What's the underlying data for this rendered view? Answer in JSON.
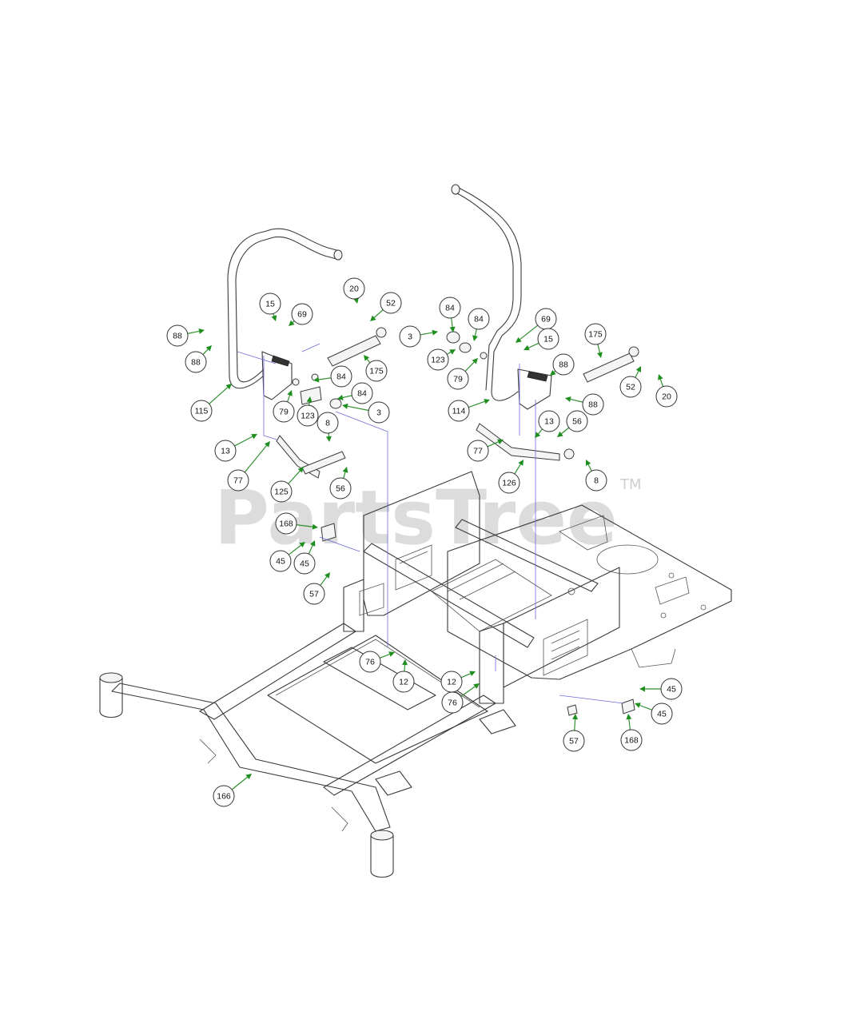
{
  "watermark": {
    "text": "PartsTree",
    "trademark": "TM"
  },
  "callouts": [
    {
      "id": "c88a",
      "label": "88"
    },
    {
      "id": "c88b",
      "label": "88"
    },
    {
      "id": "c15a",
      "label": "15"
    },
    {
      "id": "c69a",
      "label": "69"
    },
    {
      "id": "c20a",
      "label": "20"
    },
    {
      "id": "c52a",
      "label": "52"
    },
    {
      "id": "c175a",
      "label": "175"
    },
    {
      "id": "c115",
      "label": "115"
    },
    {
      "id": "c84a",
      "label": "84"
    },
    {
      "id": "c79a",
      "label": "79"
    },
    {
      "id": "c123a",
      "label": "123"
    },
    {
      "id": "c84b",
      "label": "84"
    },
    {
      "id": "c3a",
      "label": "3"
    },
    {
      "id": "c8a",
      "label": "8"
    },
    {
      "id": "c13a",
      "label": "13"
    },
    {
      "id": "c77a",
      "label": "77"
    },
    {
      "id": "c125",
      "label": "125"
    },
    {
      "id": "c56a",
      "label": "56"
    },
    {
      "id": "c168a",
      "label": "168"
    },
    {
      "id": "c45a",
      "label": "45"
    },
    {
      "id": "c45b",
      "label": "45"
    },
    {
      "id": "c57a",
      "label": "57"
    },
    {
      "id": "c76a",
      "label": "76"
    },
    {
      "id": "c12a",
      "label": "12"
    },
    {
      "id": "c166",
      "label": "166"
    },
    {
      "id": "c3b",
      "label": "3"
    },
    {
      "id": "c84c",
      "label": "84"
    },
    {
      "id": "c84d",
      "label": "84"
    },
    {
      "id": "c123b",
      "label": "123"
    },
    {
      "id": "c79b",
      "label": "79"
    },
    {
      "id": "c69b",
      "label": "69"
    },
    {
      "id": "c15b",
      "label": "15"
    },
    {
      "id": "c175b",
      "label": "175"
    },
    {
      "id": "c88c",
      "label": "88"
    },
    {
      "id": "c88d",
      "label": "88"
    },
    {
      "id": "c52b",
      "label": "52"
    },
    {
      "id": "c20b",
      "label": "20"
    },
    {
      "id": "c114",
      "label": "114"
    },
    {
      "id": "c13b",
      "label": "13"
    },
    {
      "id": "c56b",
      "label": "56"
    },
    {
      "id": "c77b",
      "label": "77"
    },
    {
      "id": "c8b",
      "label": "8"
    },
    {
      "id": "c126",
      "label": "126"
    },
    {
      "id": "c12b",
      "label": "12"
    },
    {
      "id": "c76b",
      "label": "76"
    },
    {
      "id": "c45c",
      "label": "45"
    },
    {
      "id": "c45d",
      "label": "45"
    },
    {
      "id": "c57b",
      "label": "57"
    },
    {
      "id": "c168b",
      "label": "168"
    }
  ],
  "colors": {
    "leader_arrow": "#1e8f1e",
    "assembly_line": "#6b6bd8",
    "watermark": "#d6d6d6"
  }
}
